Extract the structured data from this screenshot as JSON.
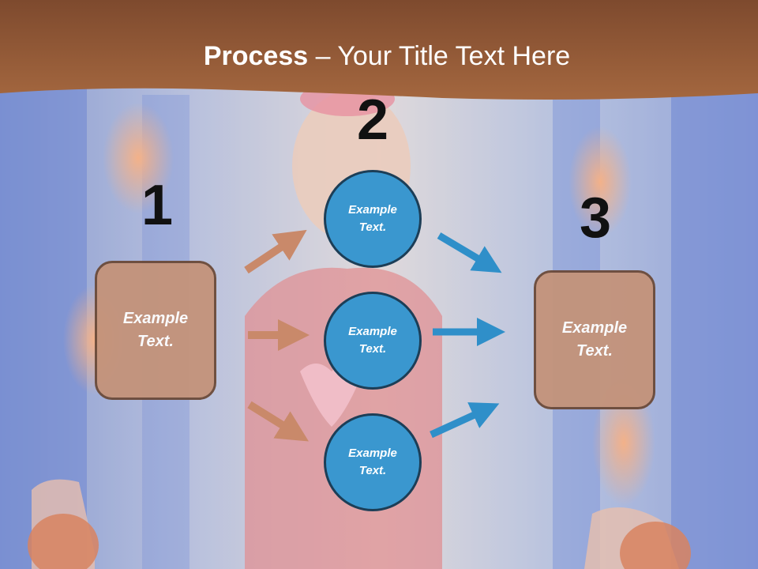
{
  "slide": {
    "title_bold": "Process",
    "title_rest": " – Your Title Text Here",
    "step_numbers": [
      "1",
      "2",
      "3"
    ],
    "left_box": "Example Text.",
    "right_box": "Example Text.",
    "circles": [
      "Example Text.",
      "Example Text.",
      "Example Text."
    ]
  },
  "colors": {
    "header": "#9b5c3a",
    "box_fill": "#c4937a",
    "box_border": "#6b4a39",
    "circle_fill": "#3a97cf",
    "circle_border": "#1c3e57",
    "arrow_brown": "#c9896a",
    "arrow_blue": "#2f8fc9"
  },
  "icons": {
    "background": "girl-at-water-slide-photo"
  }
}
